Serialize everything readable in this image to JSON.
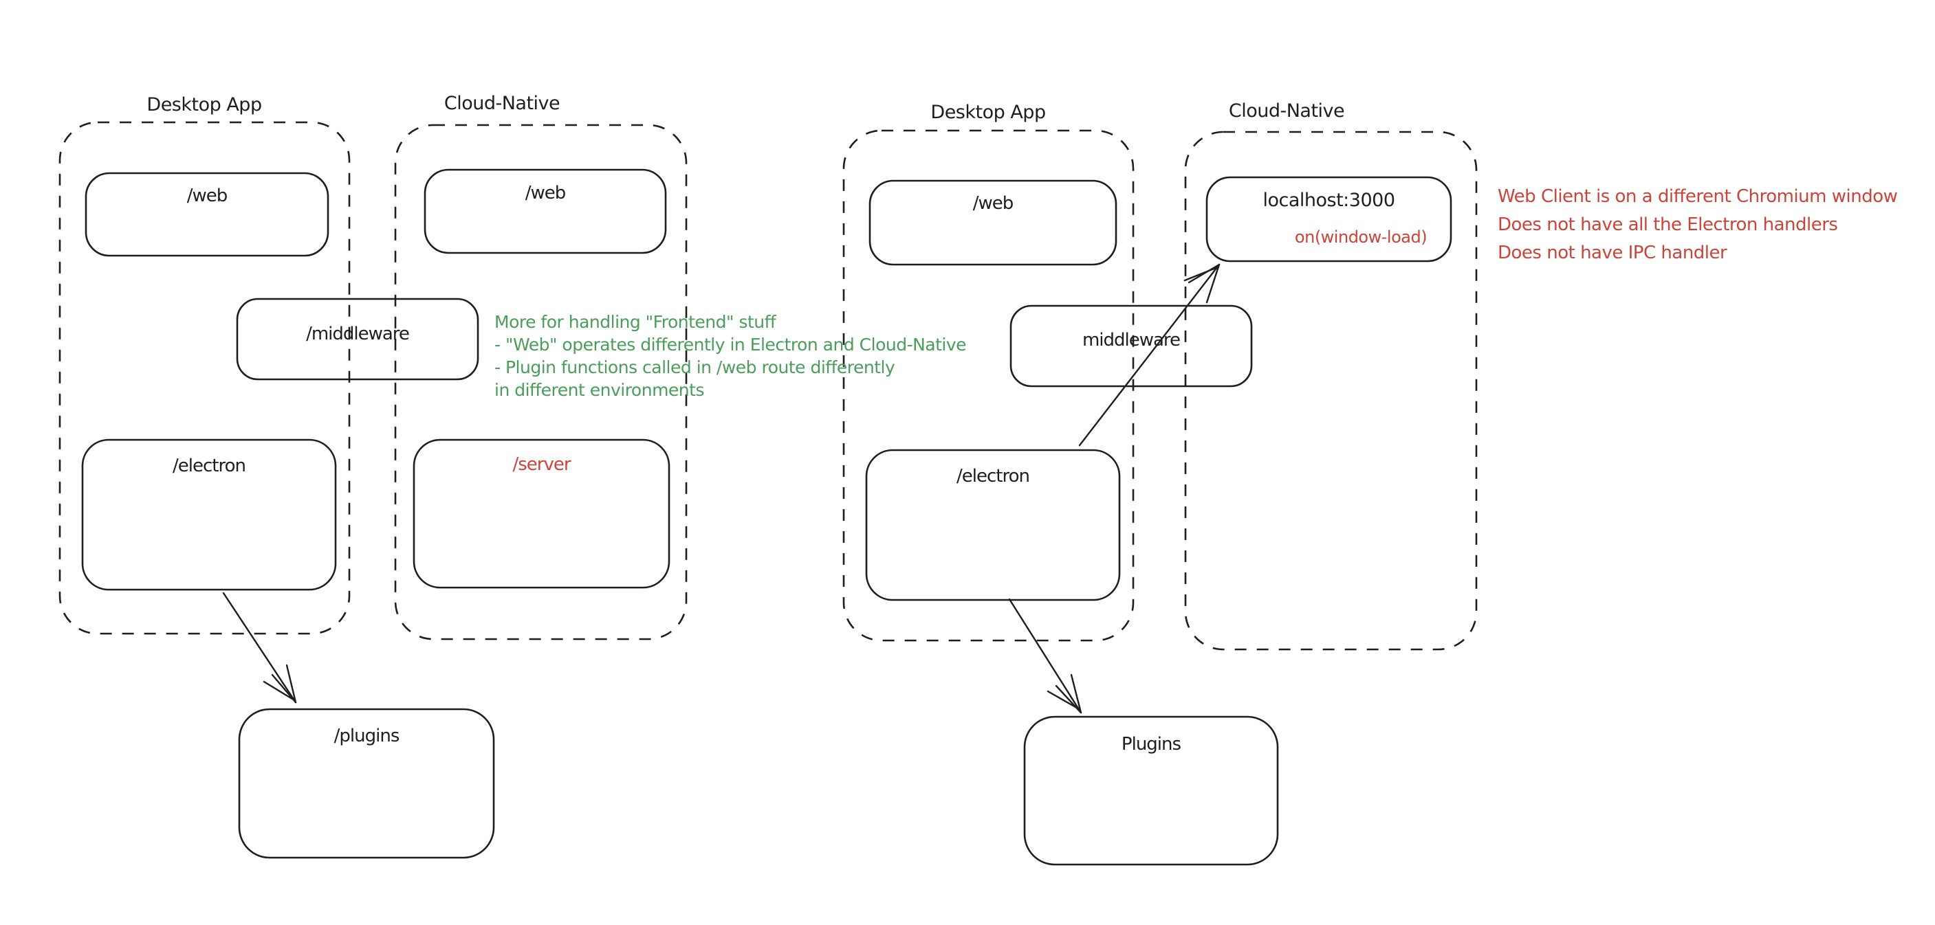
{
  "colors": {
    "ink": "#1e1e1e",
    "green": "#4a9d5a",
    "red": "#cc4439",
    "background": "#ffffff"
  },
  "left_diagram": {
    "desktop_app_label": "Desktop App",
    "cloud_native_label": "Cloud-Native",
    "web_desktop": "/web",
    "web_cloud": "/web",
    "middleware": "/middleware",
    "electron": "/electron",
    "server": "/server",
    "plugins": "/plugins",
    "green_note": [
      "More for handling \"Frontend\" stuff",
      "- \"Web\" operates differently in Electron and Cloud-Native",
      "- Plugin functions called in /web route differently",
      "in different environments"
    ]
  },
  "right_diagram": {
    "desktop_app_label": "Desktop App",
    "cloud_native_label": "Cloud-Native",
    "web": "/web",
    "localhost": "localhost:3000",
    "on_window_load": "on(window-load)",
    "middleware": "middleware",
    "electron": "/electron",
    "plugins": "Plugins",
    "red_note": [
      "Web Client is on a different Chromium window",
      "Does not have all the Electron handlers",
      "Does not have IPC handler"
    ]
  }
}
